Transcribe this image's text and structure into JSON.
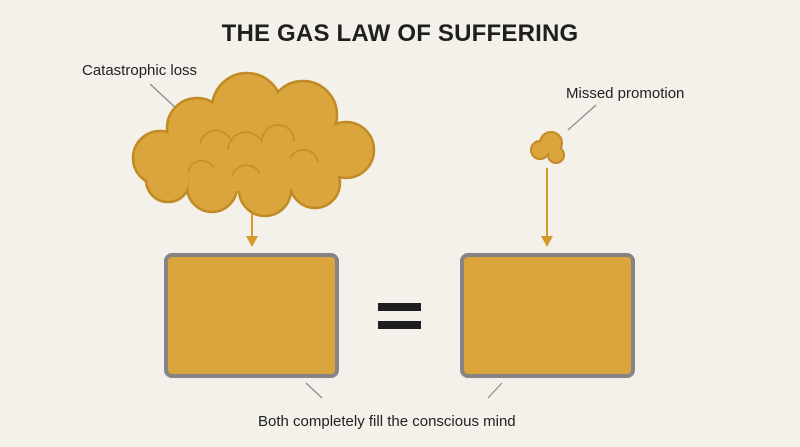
{
  "title": "THE GAS LAW OF SUFFERING",
  "left": {
    "label": "Catastrophic loss"
  },
  "right": {
    "label": "Missed promotion"
  },
  "equals_symbol": "=",
  "caption": "Both completely fill the conscious mind",
  "colors": {
    "background": "#f3f1ea",
    "fill": "#d9a53c",
    "cloud_stroke": "#c08a24",
    "arrow": "#d59a2c",
    "container_border": "#858585",
    "leader_line": "#8a8a8a",
    "text": "#1f1f1f"
  }
}
